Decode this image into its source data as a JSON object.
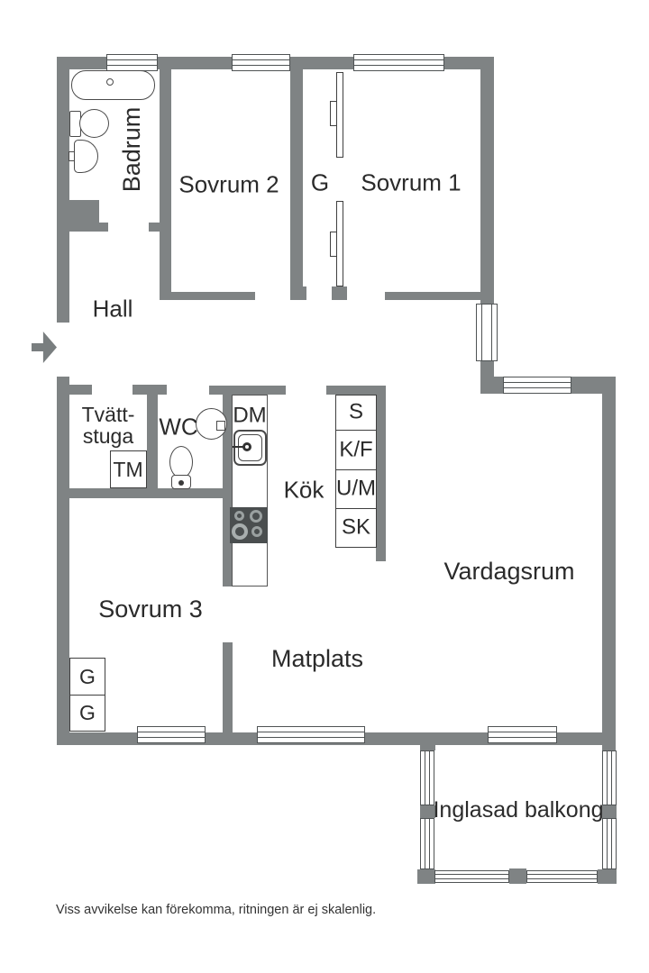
{
  "colors": {
    "wall": "#7f8384",
    "outline": "#4a4a4a",
    "text": "#2b2b2b",
    "stove": "#4a4e4f"
  },
  "rooms": {
    "hall": {
      "label": "Hall"
    },
    "badrum": {
      "label": "Badrum"
    },
    "sovrum1": {
      "label": "Sovrum 1"
    },
    "sovrum2": {
      "label": "Sovrum 2"
    },
    "sovrum3": {
      "label": "Sovrum 3"
    },
    "tvattstuga": {
      "line1": "Tvätt-",
      "line2": "stuga"
    },
    "wc": {
      "label": "WC"
    },
    "kok": {
      "label": "Kök"
    },
    "matplats": {
      "label": "Matplats"
    },
    "vardagsrum": {
      "label": "Vardagsrum"
    },
    "balkong": {
      "label": "Inglasad balkong"
    }
  },
  "storage": {
    "g_between_bedrooms": "G",
    "g_sovrum3_top": "G",
    "g_sovrum3_bottom": "G"
  },
  "appliances": {
    "dm": "DM",
    "tm": "TM",
    "s": "S",
    "kf": "K/F",
    "um": "U/M",
    "sk": "SK"
  },
  "footer": {
    "disclaimer": "Viss avvikelse kan förekomma, ritningen är ej skalenlig."
  }
}
